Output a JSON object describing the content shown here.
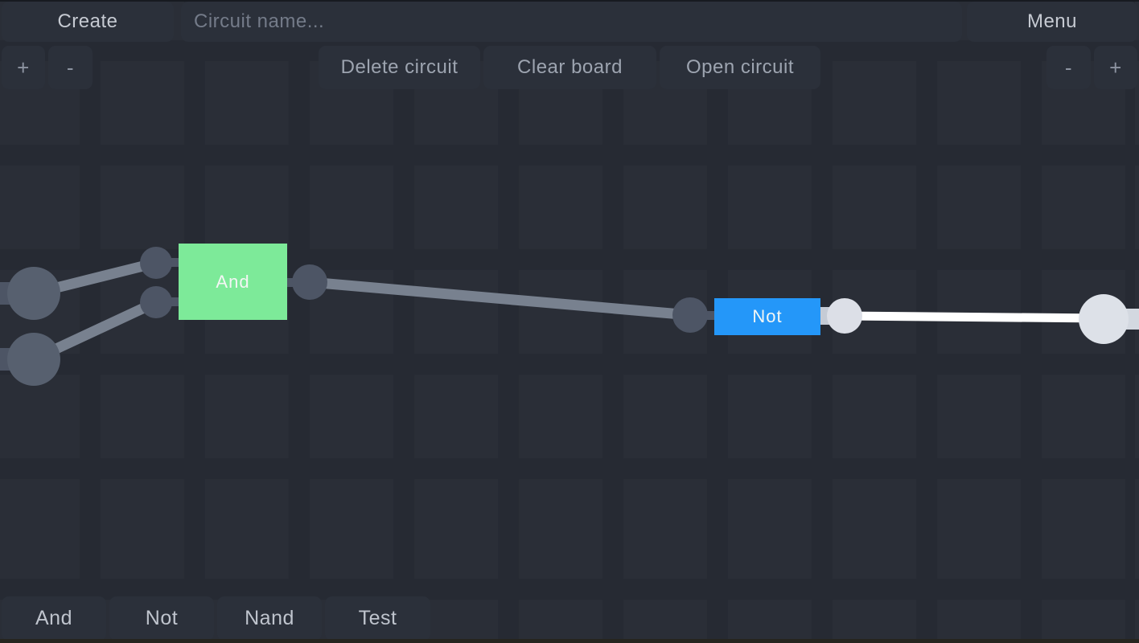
{
  "topbar": {
    "create": "Create",
    "circuit_name_placeholder": "Circuit name...",
    "circuit_name_value": "",
    "menu": "Menu"
  },
  "controls": {
    "zoom_in": "+",
    "zoom_out": "-",
    "delete_circuit": "Delete circuit",
    "clear_board": "Clear board",
    "open_circuit": "Open circuit"
  },
  "palette": {
    "items": [
      {
        "label": "And"
      },
      {
        "label": "Not"
      },
      {
        "label": "Nand"
      },
      {
        "label": "Test"
      }
    ]
  },
  "canvas": {
    "gates": [
      {
        "label": "And",
        "color": "#7dea99"
      },
      {
        "label": "Not",
        "color": "#2497f9"
      }
    ]
  },
  "colors": {
    "background": "#262a33",
    "grid_square": "#2a2e37",
    "panel": "#2b303a",
    "and_gate": "#7dea99",
    "not_gate": "#2497f9",
    "wire_off": "#78818f",
    "wire_on": "#ffffff",
    "node_off": "#4d5565",
    "node_on": "#dcdfe7",
    "terminal_off": "#57606f",
    "terminal_on": "#dde1e8"
  }
}
